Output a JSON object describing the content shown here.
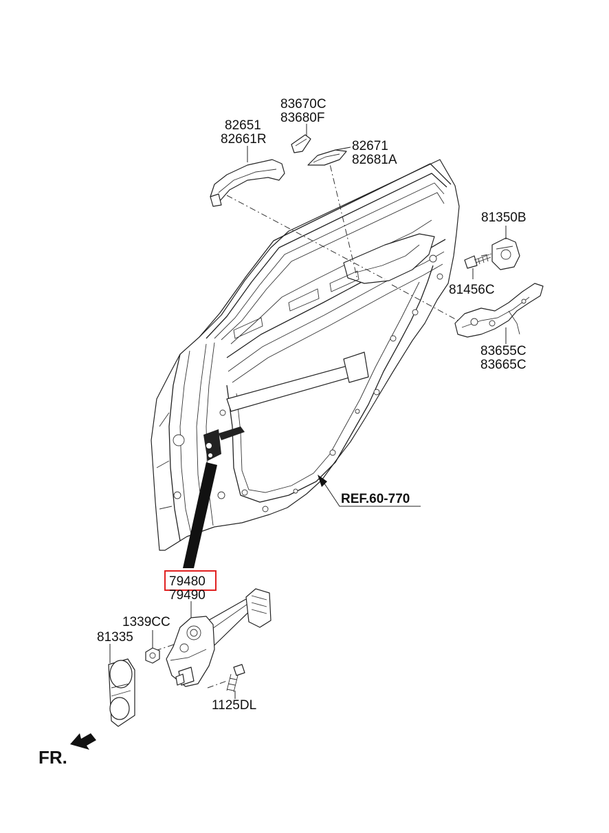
{
  "labels": {
    "l82651": "82651",
    "l82661R": "82661R",
    "l83670C": "83670C",
    "l83680F": "83680F",
    "l82671": "82671",
    "l82681A": "82681A",
    "l81350B": "81350B",
    "l81456C": "81456C",
    "l83655C": "83655C",
    "l83665C": "83665C",
    "ref": "REF.60-770",
    "l79480": "79480",
    "l79490": "79490",
    "l1339CC": "1339CC",
    "l81335": "81335",
    "l1125DL": "1125DL",
    "fr": "FR."
  },
  "colors": {
    "highlight_box": "#e02020",
    "line": "#222222",
    "background": "#ffffff"
  },
  "highlighted_part": "79480"
}
